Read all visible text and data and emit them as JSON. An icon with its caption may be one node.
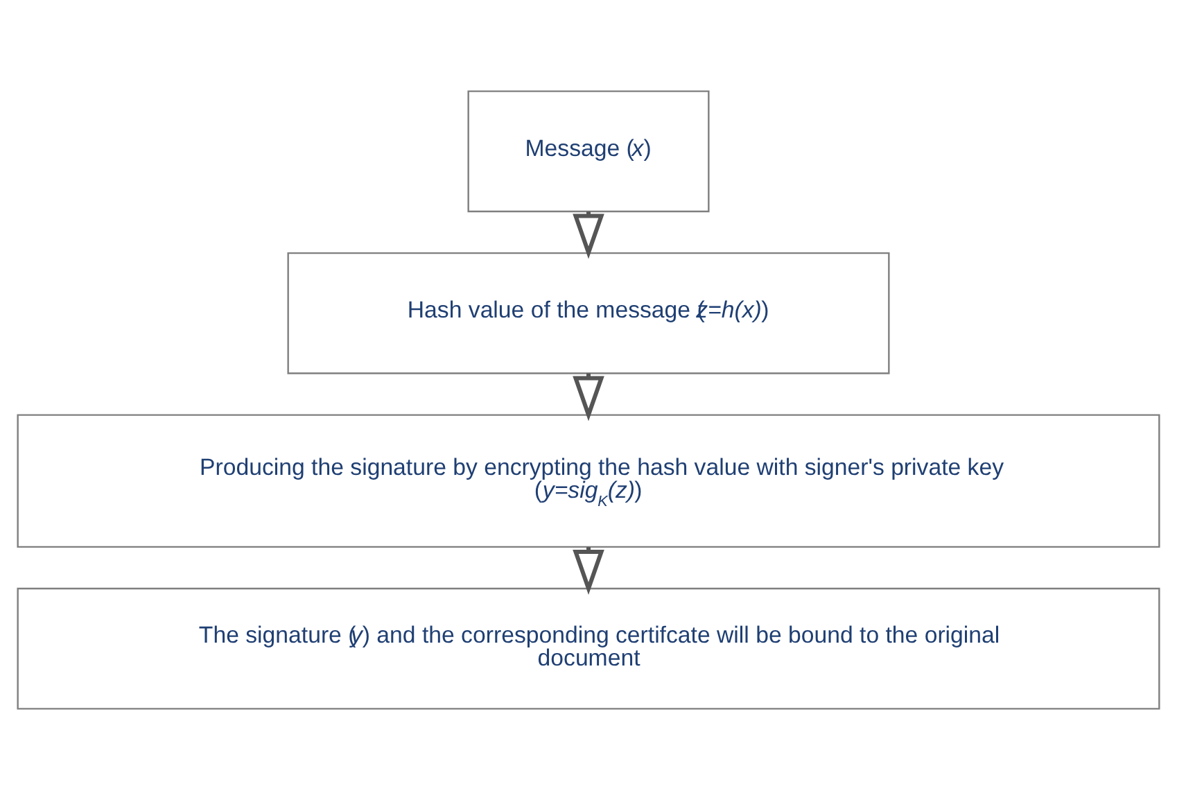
{
  "diagram": {
    "nodes": [
      {
        "text": [
          "Message (*x*)"
        ]
      },
      {
        "text": [
          "Hash value of the message (*z=h(x)*)"
        ]
      },
      {
        "text": [
          "Producing the signature by encrypting the hash value with signer's private key (*y=sig*$_{K}$*(z)*)"
        ]
      },
      {
        "text": [
          "The signature (*y*) and the corresponding certifcate will be bound to the original document"
        ]
      }
    ],
    "edges": [
      {
        "from": 0,
        "to": 1,
        "arrow": "to"
      },
      {
        "from": 1,
        "to": 2,
        "arrow": "to"
      },
      {
        "from": 2,
        "to": 3,
        "arrow": "to"
      }
    ]
  }
}
